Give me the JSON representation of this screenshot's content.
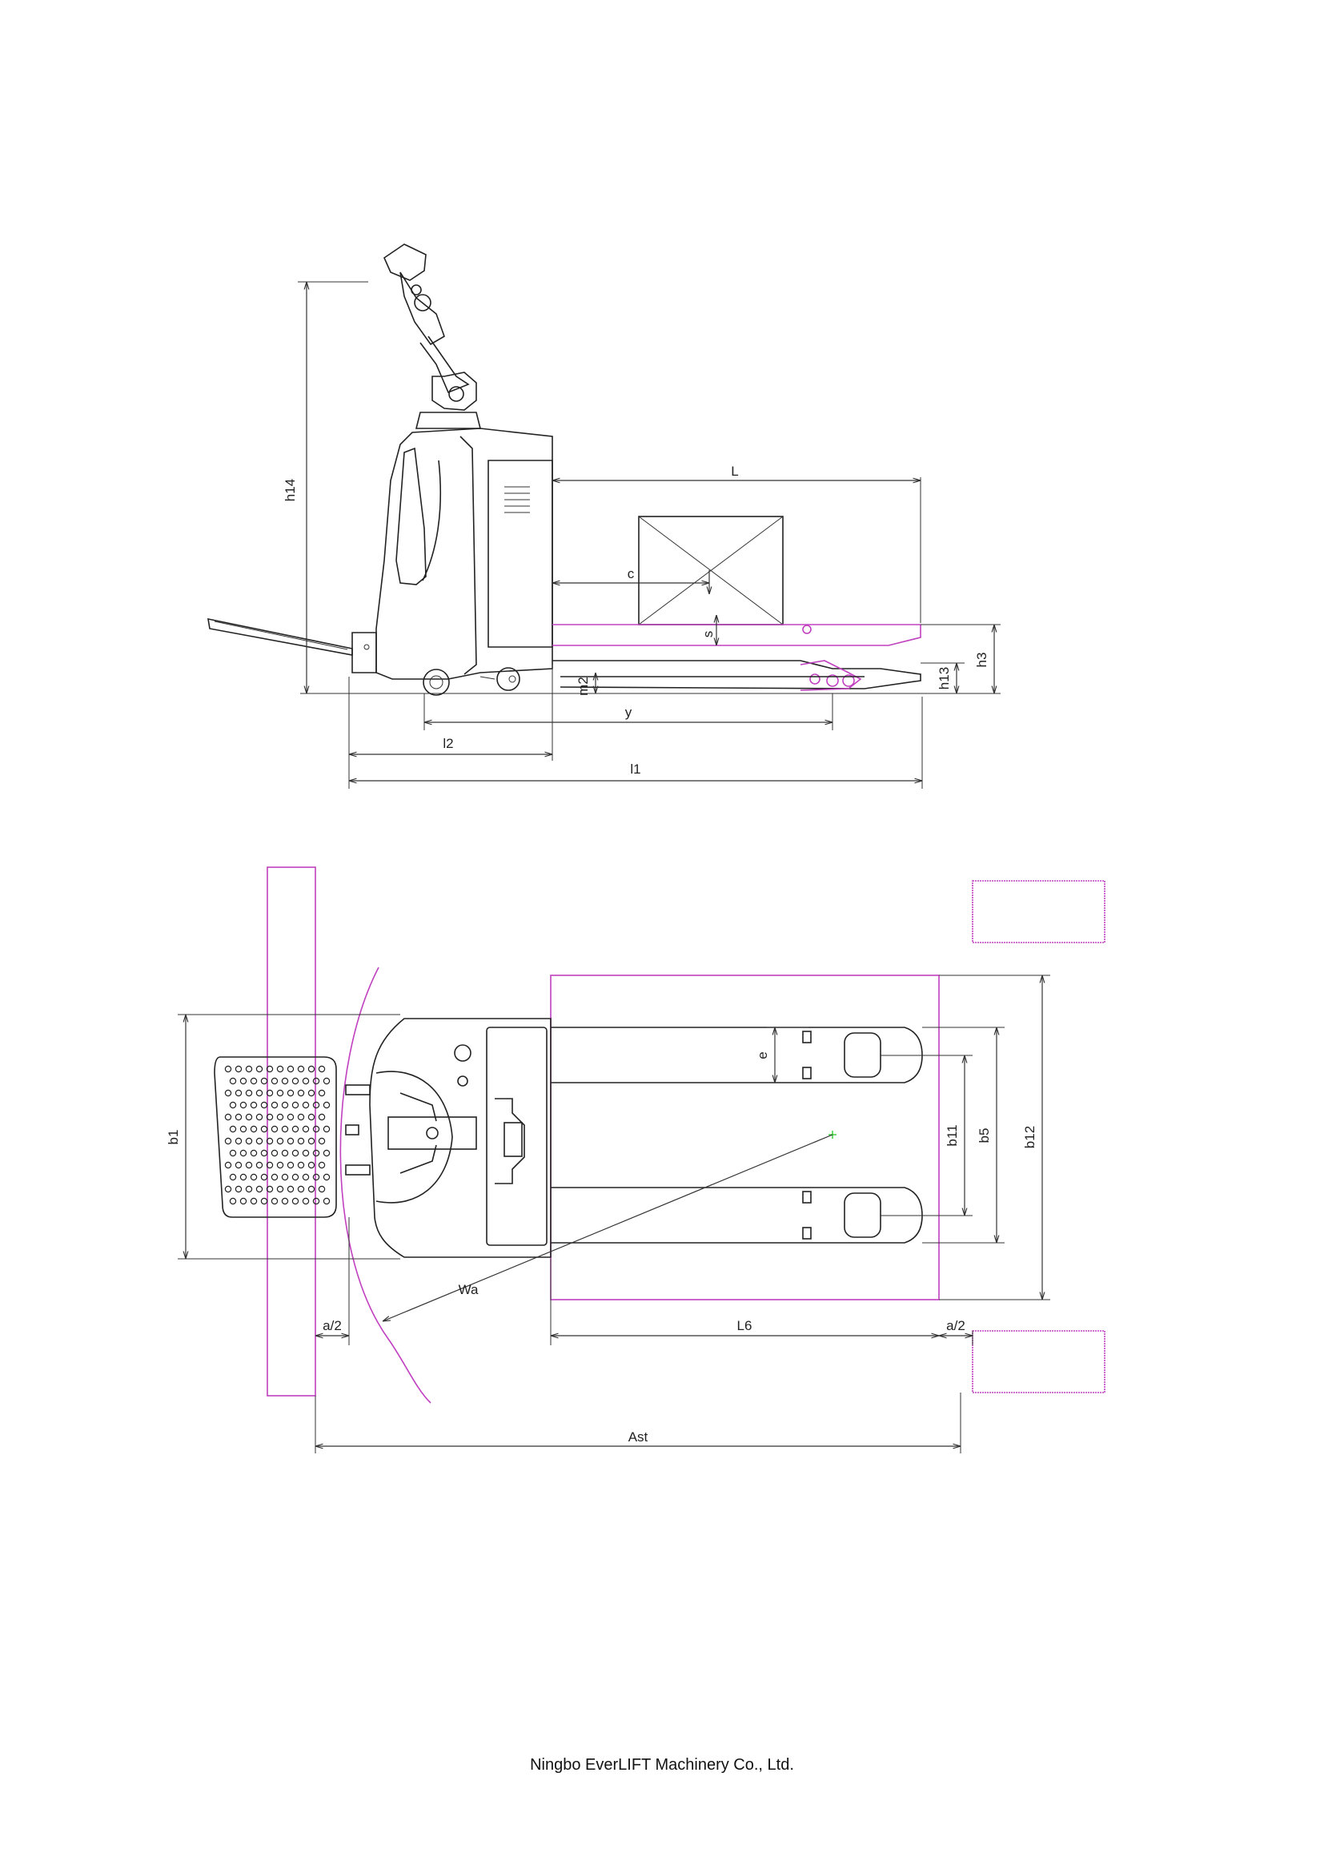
{
  "side_view": {
    "labels": {
      "h14": "h14",
      "L": "L",
      "c": "c",
      "s": "s",
      "h3": "h3",
      "h13": "h13",
      "m2": "m2",
      "y": "y",
      "l2": "l2",
      "l1": "l1"
    }
  },
  "top_view": {
    "labels": {
      "b1": "b1",
      "e": "e",
      "b11": "b11",
      "b5": "b5",
      "b12": "b12",
      "Wa": "Wa",
      "a2_left": "a/2",
      "a2_right": "a/2",
      "L6": "L6",
      "Ast": "Ast"
    }
  },
  "colors": {
    "line": "#222222",
    "accent": "#c040c0",
    "hatch": "#7fc8d8"
  },
  "footer": {
    "company": "Ningbo EverLIFT Machinery Co., Ltd."
  }
}
